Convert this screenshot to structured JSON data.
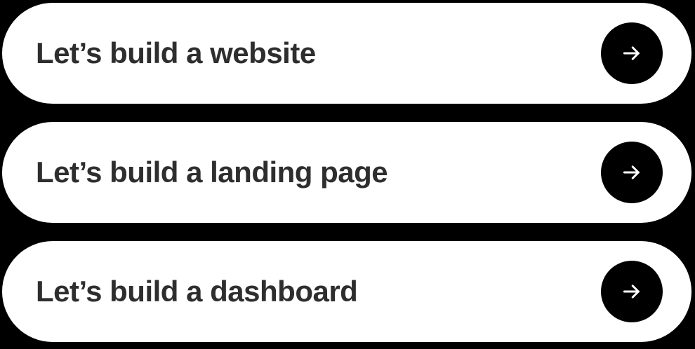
{
  "theme": {
    "background_color": "#000000",
    "card_color": "#ffffff",
    "text_color": "#2e2e2e",
    "button_color": "#000000",
    "button_icon_color": "#ffffff"
  },
  "suggestions": {
    "items": [
      {
        "label": "Let’s build a website",
        "action_icon": "arrow-right-icon"
      },
      {
        "label": "Let’s build a landing page",
        "action_icon": "arrow-right-icon"
      },
      {
        "label": "Let’s build a dashboard",
        "action_icon": "arrow-right-icon"
      }
    ]
  }
}
